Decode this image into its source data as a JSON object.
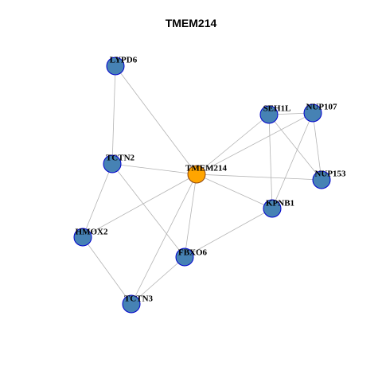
{
  "title": "TMEM214",
  "colors": {
    "hub_fill": "#ffa500",
    "hub_stroke": "#8b4513",
    "node_fill": "#4682b4",
    "node_stroke": "#0000cd",
    "edge": "#b3b3b3"
  },
  "nodes": [
    {
      "id": "TMEM214",
      "label": "TMEM214",
      "hub": true
    },
    {
      "id": "LYPD6",
      "label": "LYPD6"
    },
    {
      "id": "SEH1L",
      "label": "SEH1L"
    },
    {
      "id": "NUP107",
      "label": "NUP107"
    },
    {
      "id": "TCTN2",
      "label": "TCTN2"
    },
    {
      "id": "NUP153",
      "label": "NUP153"
    },
    {
      "id": "KPNB1",
      "label": "KPNB1"
    },
    {
      "id": "HMOX2",
      "label": "HMOX2"
    },
    {
      "id": "FBXO6",
      "label": "FBXO6"
    },
    {
      "id": "TCTN3",
      "label": "TCTN3"
    }
  ],
  "edges": [
    [
      "TMEM214",
      "LYPD6"
    ],
    [
      "TMEM214",
      "TCTN2"
    ],
    [
      "TMEM214",
      "SEH1L"
    ],
    [
      "TMEM214",
      "NUP107"
    ],
    [
      "TMEM214",
      "NUP153"
    ],
    [
      "TMEM214",
      "KPNB1"
    ],
    [
      "TMEM214",
      "HMOX2"
    ],
    [
      "TMEM214",
      "FBXO6"
    ],
    [
      "TMEM214",
      "TCTN3"
    ],
    [
      "LYPD6",
      "TCTN2"
    ],
    [
      "TCTN2",
      "HMOX2"
    ],
    [
      "TCTN2",
      "FBXO6"
    ],
    [
      "HMOX2",
      "TCTN3"
    ],
    [
      "TCTN3",
      "FBXO6"
    ],
    [
      "FBXO6",
      "KPNB1"
    ],
    [
      "SEH1L",
      "NUP107"
    ],
    [
      "SEH1L",
      "KPNB1"
    ],
    [
      "SEH1L",
      "NUP153"
    ],
    [
      "NUP107",
      "NUP153"
    ],
    [
      "NUP107",
      "KPNB1"
    ]
  ]
}
